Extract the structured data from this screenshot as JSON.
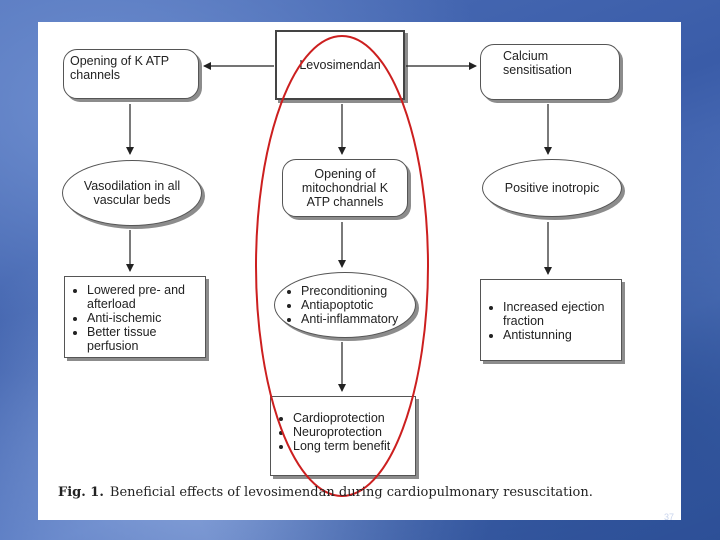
{
  "nodes": {
    "katp": "Opening of K ATP channels",
    "levosimendan": "Levosimendan",
    "calcium": "Calcium sensitisation",
    "vasodilation": "Vasodilation in all vascular beds",
    "mito": "Opening of mitochondrial K ATP channels",
    "inotropic": "Positive inotropic",
    "left_effects": [
      "Lowered pre- and afterload",
      "Anti-ischemic",
      "Better tissue perfusion"
    ],
    "mid_effects": [
      "Preconditioning",
      "Antiapoptotic",
      "Anti-inflammatory"
    ],
    "right_effects": [
      "Increased ejection fraction",
      "Antistunning"
    ],
    "bottom_effects": [
      "Cardioprotection",
      "Neuroprotection",
      "Long term benefit"
    ]
  },
  "caption": {
    "label": "Fig. 1.",
    "text": "Beneficial effects of levosimendan during cardiopulmonary resuscitation."
  },
  "slide_number": "37",
  "colors": {
    "highlight_ellipse": "#cc1f1f",
    "arrow": "#222222"
  }
}
